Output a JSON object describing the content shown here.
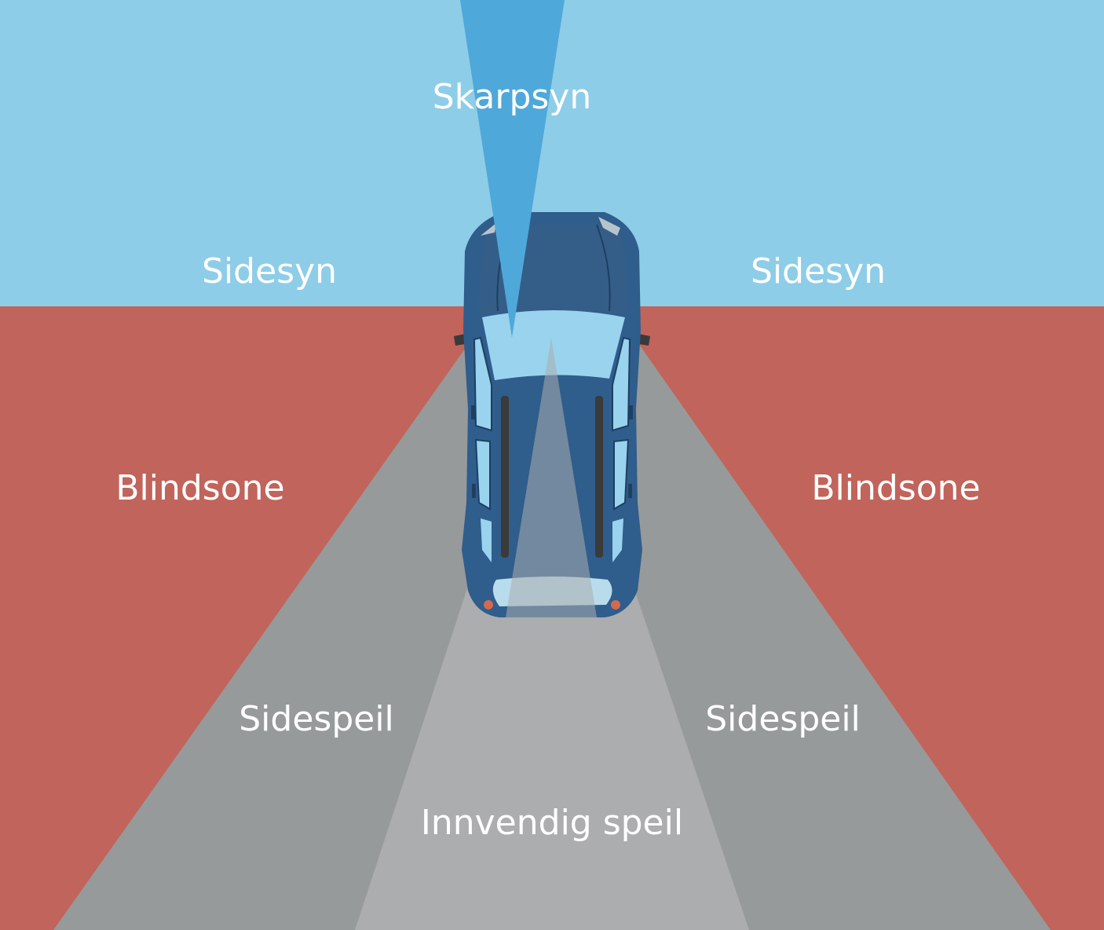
{
  "labels": {
    "sharp_vision": "Skarpsyn",
    "side_vision_left": "Sidesyn",
    "side_vision_right": "Sidesyn",
    "blind_zone_left": "Blindsone",
    "blind_zone_right": "Blindsone",
    "side_mirror_left": "Sidespeil",
    "side_mirror_right": "Sidespeil",
    "interior_mirror": "Innvendig speil"
  },
  "colors": {
    "sky_vision": "#8ecde7",
    "sharp_cone": "#4fa8da",
    "blind_zone": "#c1645b",
    "side_mirror_zone": "#979a9a",
    "interior_mirror_zone": "#acadaf",
    "car_body": "#2f5d8c",
    "car_roof": "#345e88",
    "car_glass": "#9ad3ed"
  }
}
